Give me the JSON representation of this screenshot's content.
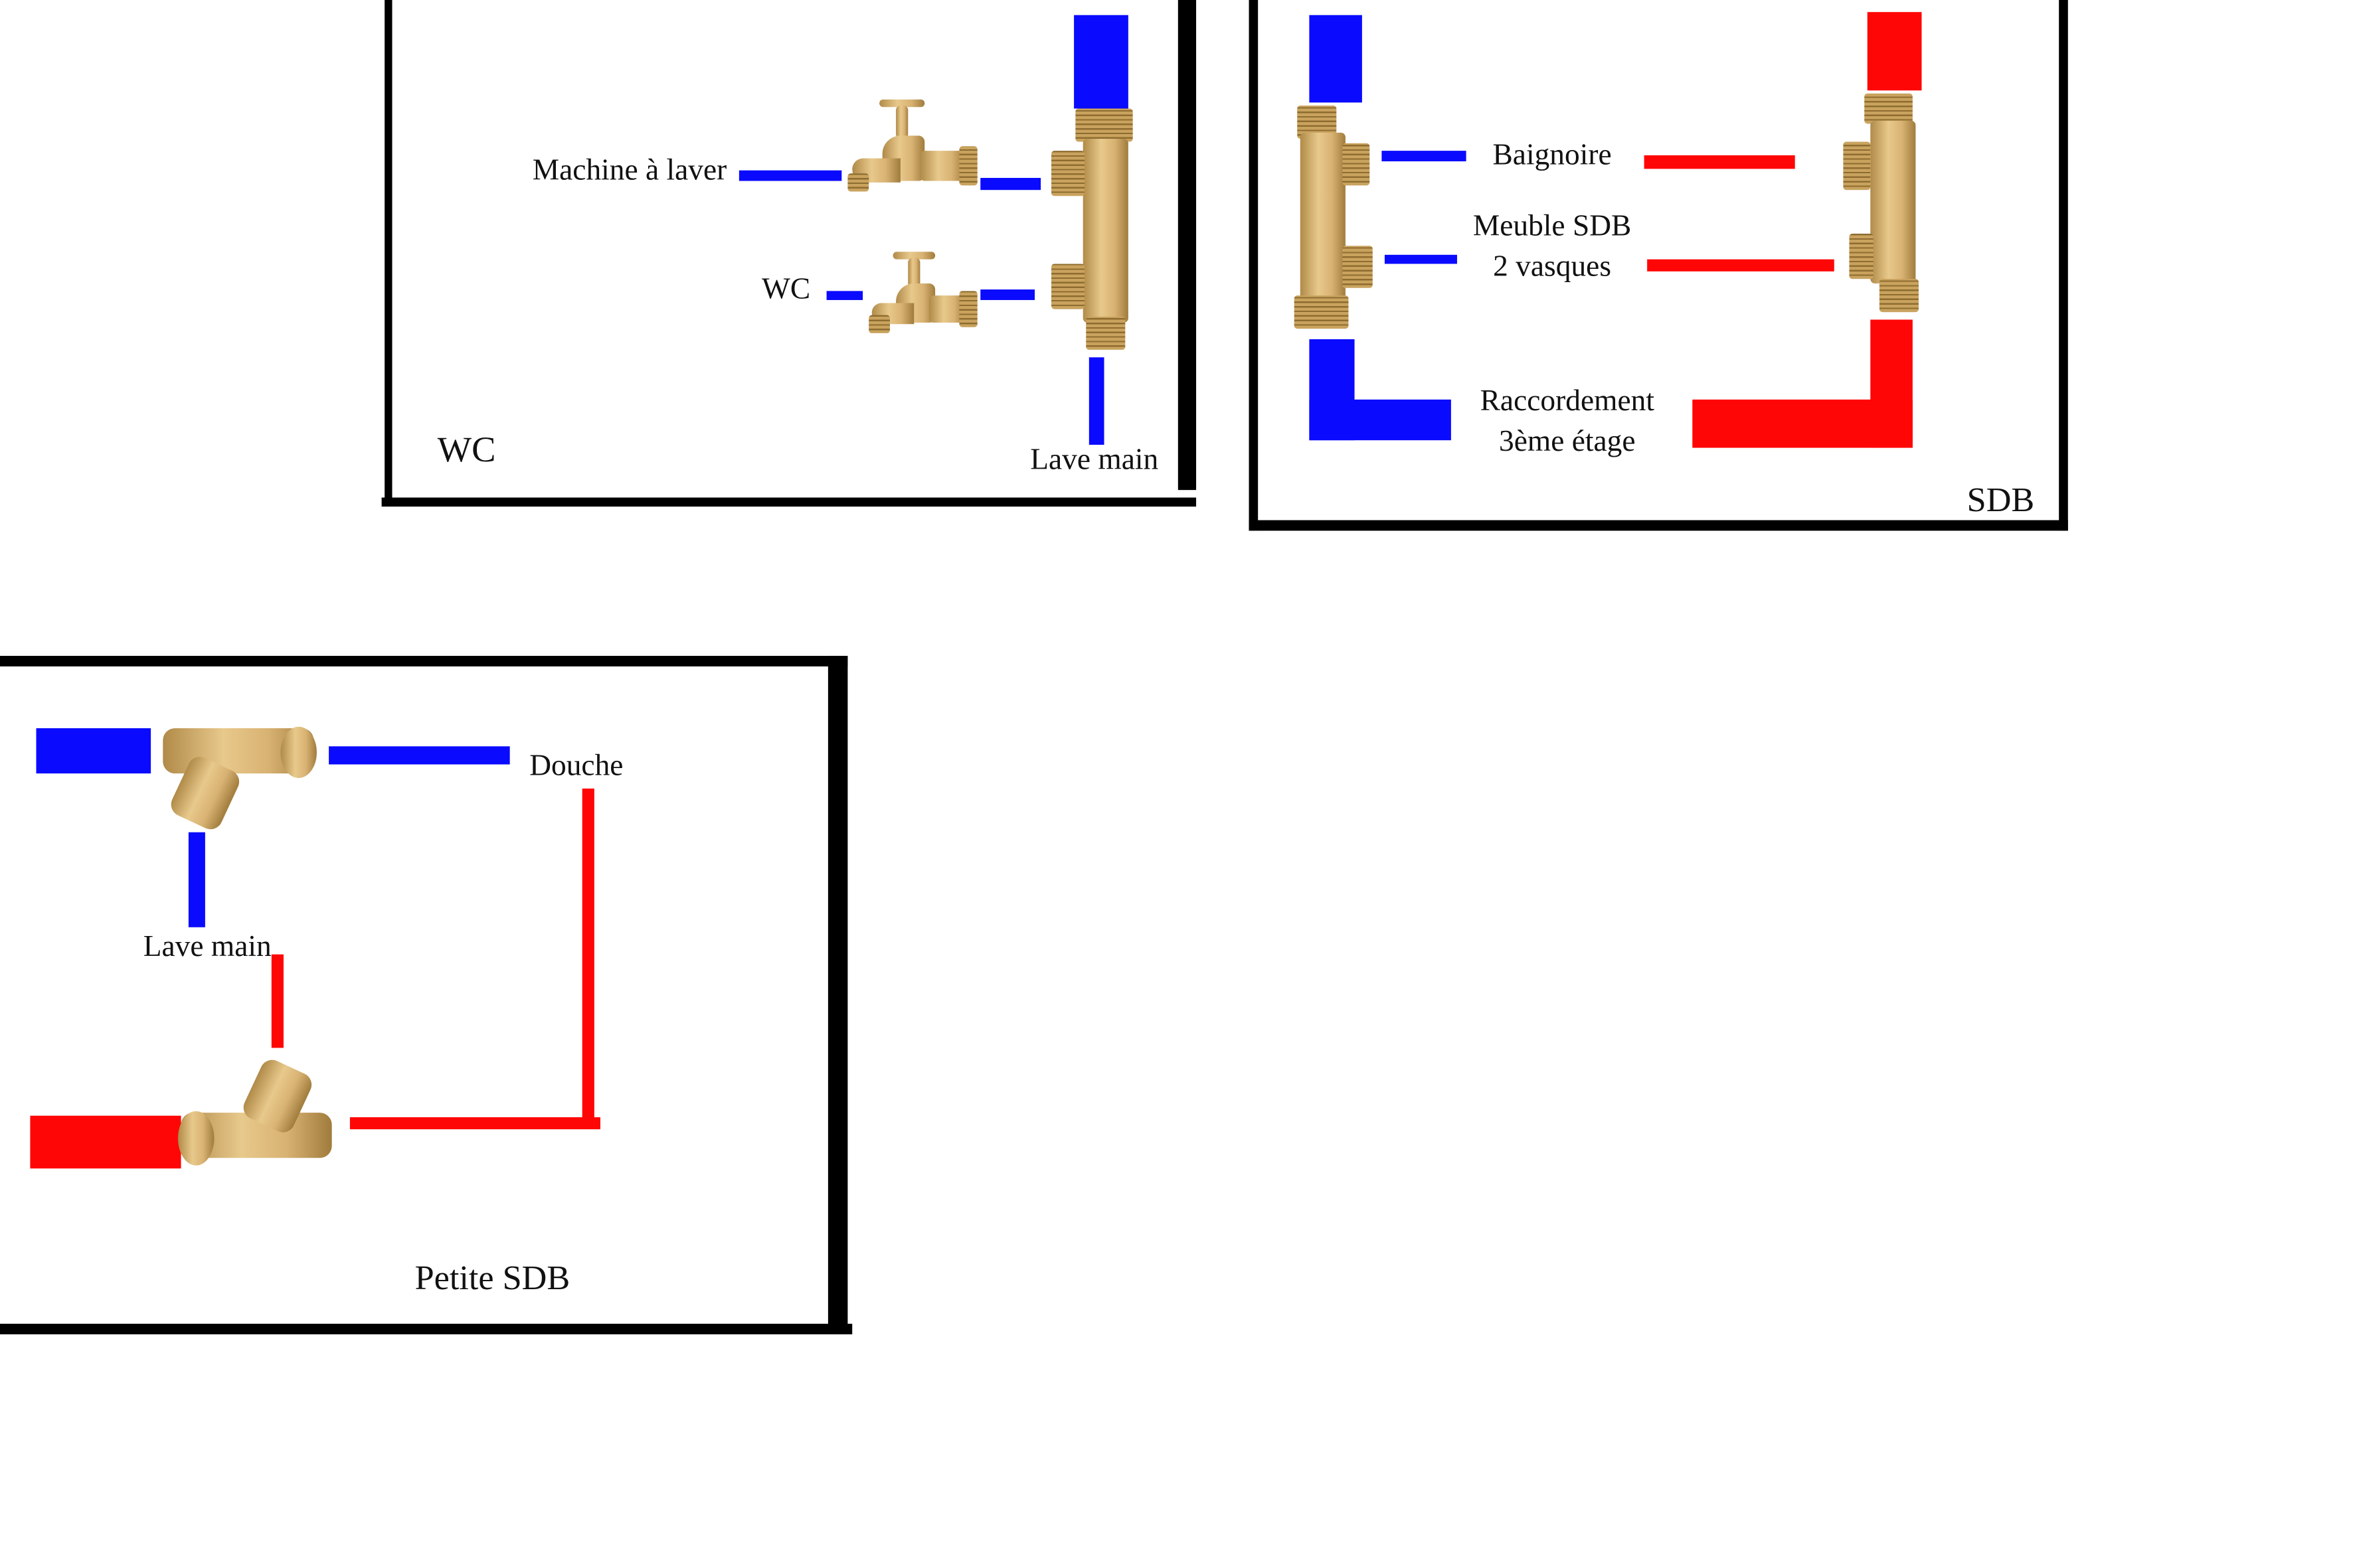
{
  "colors": {
    "cold": "#0a0aff",
    "hot": "#ff0606",
    "wall": "#000000",
    "brass": "#d8b272"
  },
  "rooms": {
    "wc": {
      "title": "WC",
      "labels": {
        "washing_machine": "Machine à laver",
        "toilet": "WC",
        "hand_basin": "Lave main"
      }
    },
    "sdb": {
      "title": "SDB",
      "labels": {
        "bathtub": "Baignoire",
        "vanity_line1": "Meuble SDB",
        "vanity_line2": "2 vasques",
        "connection_line1": "Raccordement",
        "connection_line2": "3ème étage"
      }
    },
    "petite_sdb": {
      "title": "Petite SDB",
      "labels": {
        "shower": "Douche",
        "hand_basin": "Lave main"
      }
    }
  }
}
